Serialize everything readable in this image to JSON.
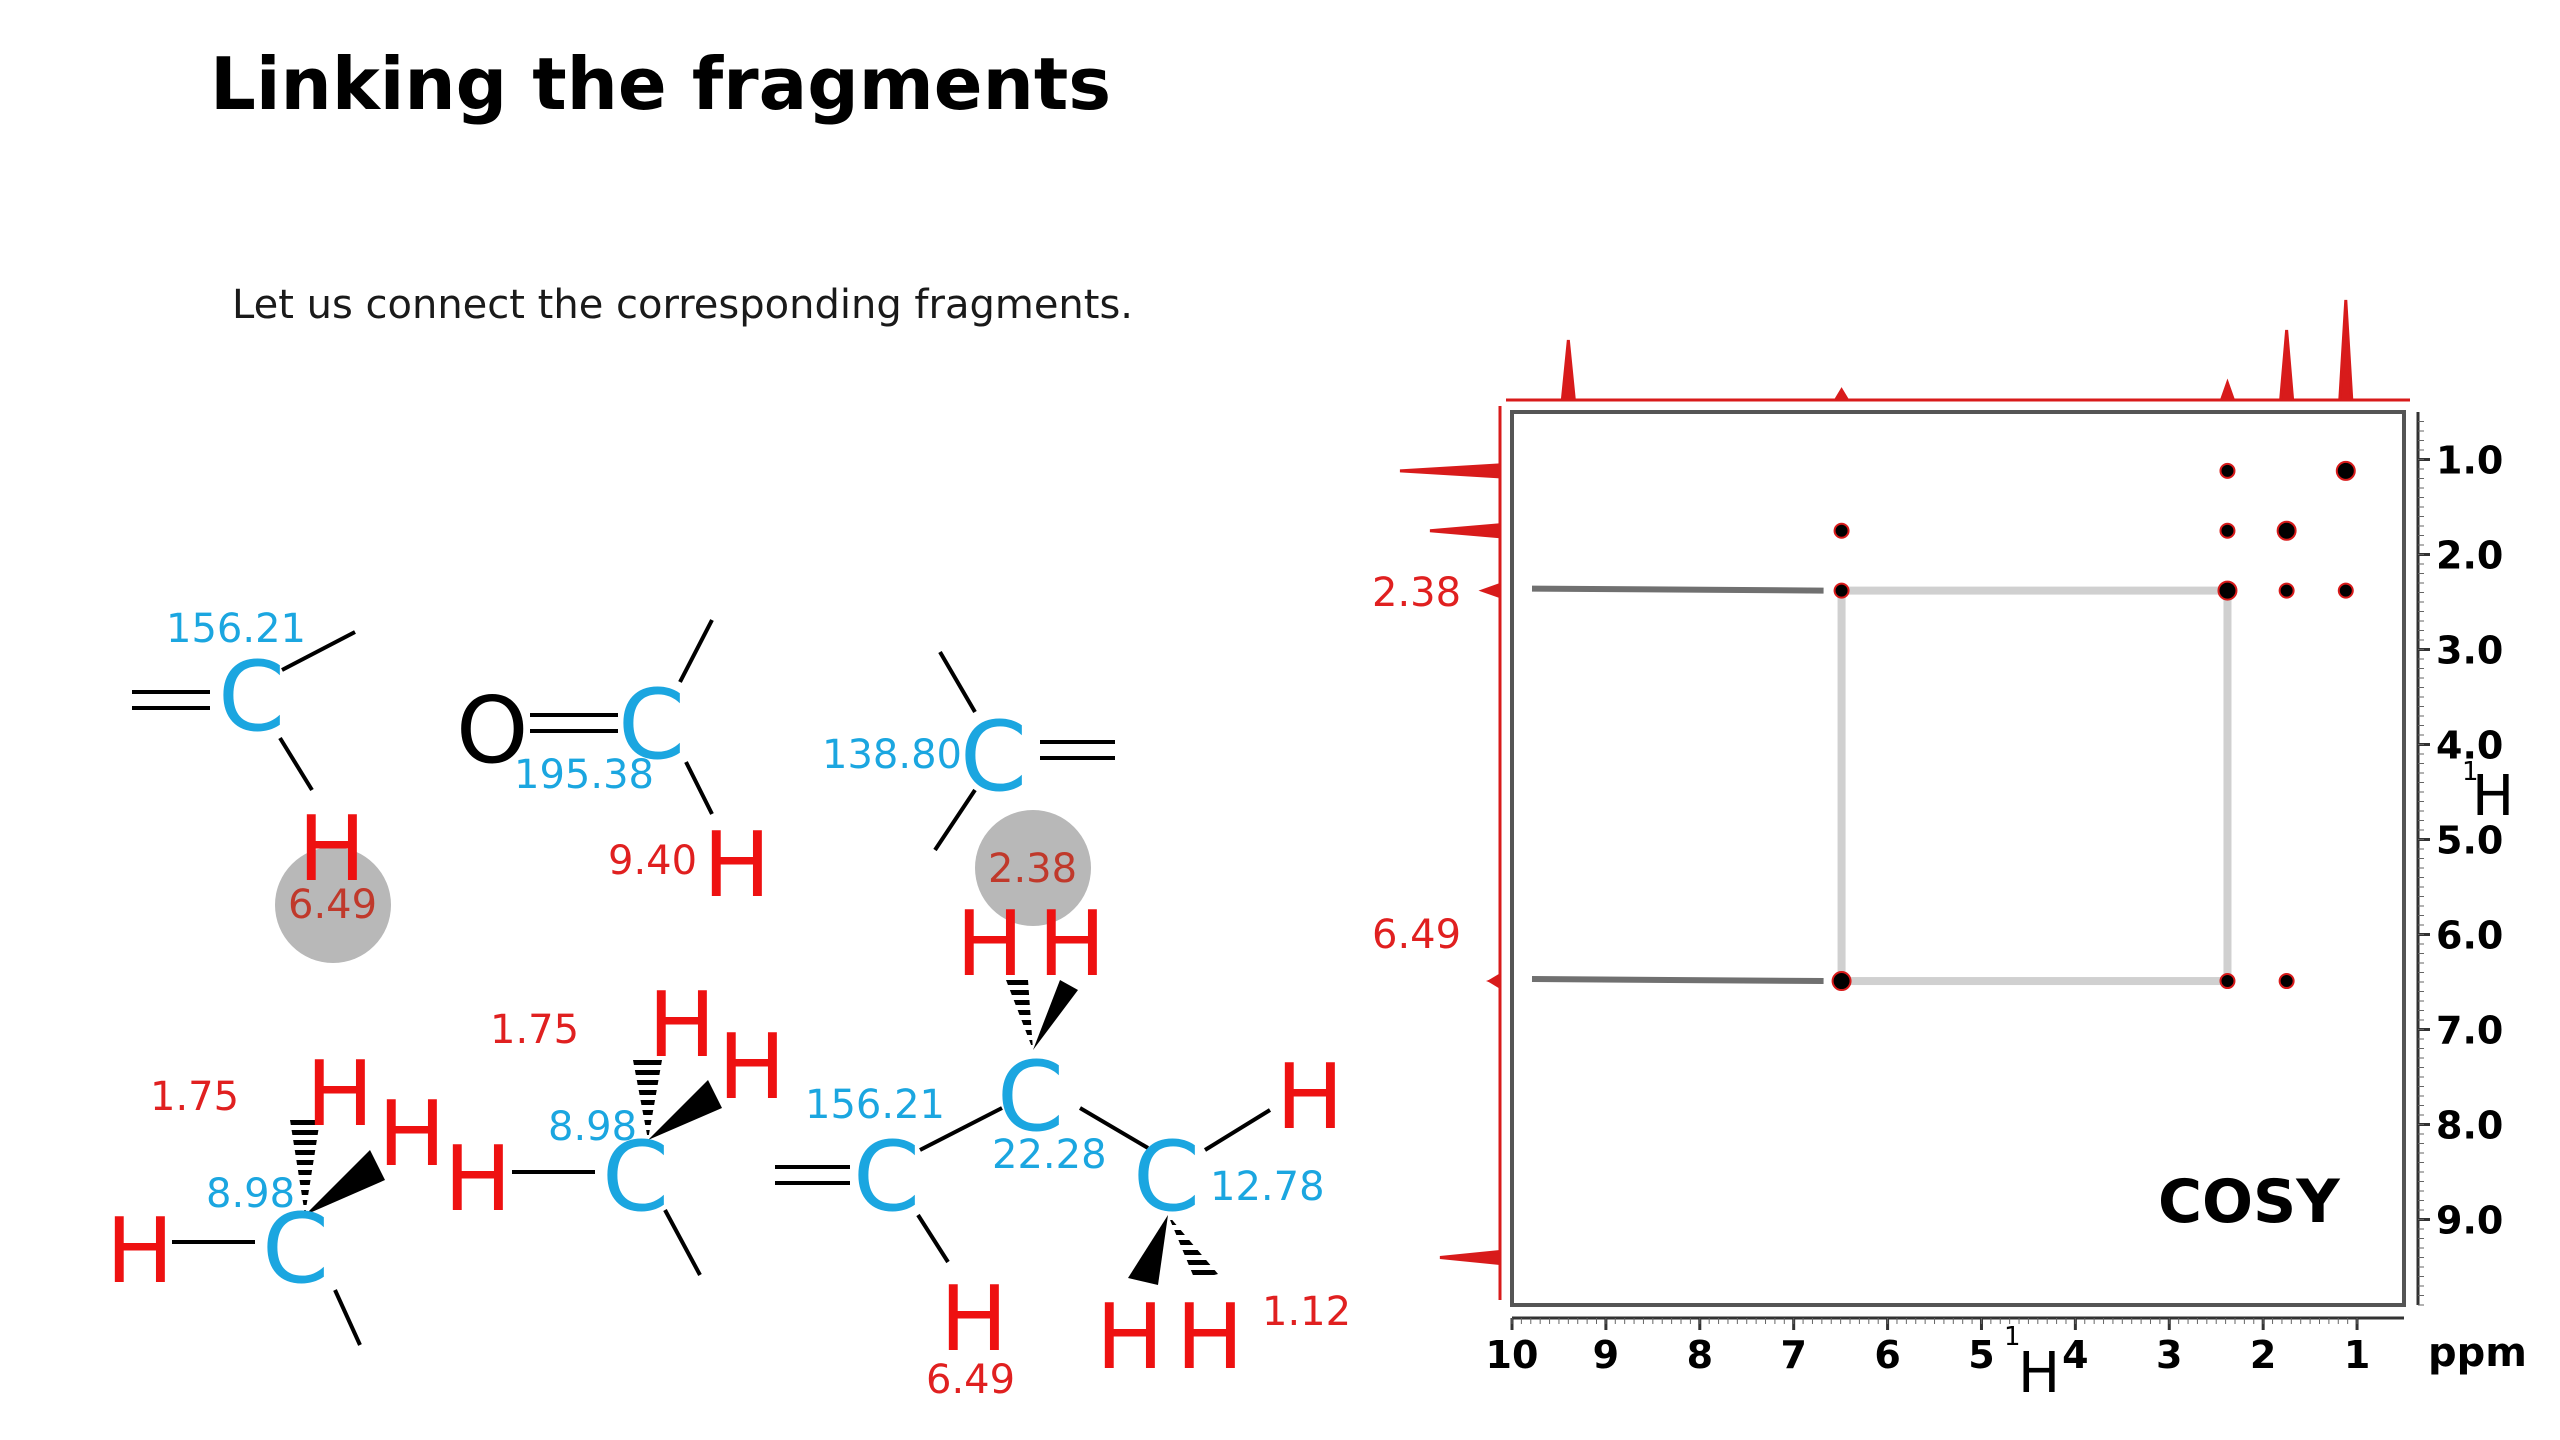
{
  "slide": {
    "title": "Linking the fragments",
    "subtitle": "Let us connect the corresponding fragments."
  },
  "colors": {
    "carbon": "#1ba6e0",
    "hydrogen": "#ee1111",
    "shift_label_red": "#e02020",
    "highlight_fill": "#b8b8b8",
    "highlight_text": "#c0392b",
    "spectrum": "#d81b1b",
    "correlation_line": "#d0d0d0",
    "guide_line": "#707070"
  },
  "fragments": {
    "f1": {
      "c_shift": "156.21",
      "h_shift": "6.49",
      "c": "C",
      "h": "H"
    },
    "f2": {
      "o": "O",
      "c": "C",
      "c_shift": "195.38",
      "h_shift": "9.40",
      "h": "H"
    },
    "f3": {
      "c_shift": "138.80",
      "c": "C",
      "h_shift_highlight": "2.38"
    }
  },
  "molecule": {
    "ch3_a": {
      "h_shift": "1.75",
      "c_shift": "8.98"
    },
    "ch2_b": {
      "h_shift": "1.75",
      "c_shift": "8.98"
    },
    "vinyl": {
      "c_shift": "156.21",
      "h_shift": "6.49"
    },
    "ch_c": {
      "c_shift": "22.28"
    },
    "ch3_d": {
      "c_shift": "12.78",
      "h_shift": "1.12"
    }
  },
  "cosy": {
    "label": "COSY",
    "axis_unit": "ppm",
    "axis_nucleus_sup": "1",
    "axis_nucleus": "H",
    "x_ticks": [
      "10",
      "9",
      "8",
      "7",
      "6",
      "5",
      "4",
      "3",
      "2",
      "1"
    ],
    "y_ticks": [
      "1.0",
      "2.0",
      "3.0",
      "4.0",
      "5.0",
      "6.0",
      "7.0",
      "8.0",
      "9.0"
    ],
    "highlight_labels": [
      "2.38",
      "6.49"
    ],
    "x_range_ppm": [
      10,
      0.5
    ],
    "y_range_ppm": [
      0.5,
      9.9
    ],
    "peaks_ppm": [
      [
        2.38,
        1.12
      ],
      [
        1.12,
        1.12
      ],
      [
        6.49,
        1.75
      ],
      [
        2.38,
        1.75
      ],
      [
        1.75,
        1.75
      ],
      [
        2.38,
        2.38
      ],
      [
        1.75,
        2.38
      ],
      [
        1.12,
        2.38
      ],
      [
        6.49,
        2.38
      ],
      [
        6.49,
        6.49
      ],
      [
        2.38,
        6.49
      ],
      [
        1.75,
        6.49
      ]
    ],
    "correlation_box_ppm": {
      "x": [
        6.49,
        2.38
      ],
      "y": [
        2.38,
        6.49
      ]
    },
    "projection_peaks_ppm": [
      {
        "ppm": 9.4,
        "height": 0.6
      },
      {
        "ppm": 6.49,
        "height": 0.1
      },
      {
        "ppm": 2.38,
        "height": 0.17
      },
      {
        "ppm": 1.75,
        "height": 0.7
      },
      {
        "ppm": 1.12,
        "height": 1.0
      }
    ]
  }
}
